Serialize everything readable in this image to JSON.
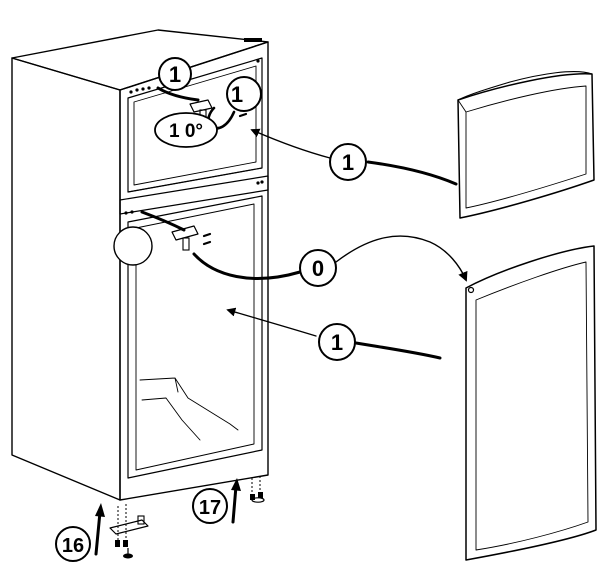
{
  "callouts": {
    "top_left_1": "1",
    "top_right_1": "1",
    "angle_label": "1 0°",
    "top_door_1": "1",
    "middle_0": "0",
    "bottom_door_1": "1",
    "step_17": "17",
    "step_16": "16"
  },
  "colors": {
    "line": "#000000",
    "background": "#ffffff"
  }
}
